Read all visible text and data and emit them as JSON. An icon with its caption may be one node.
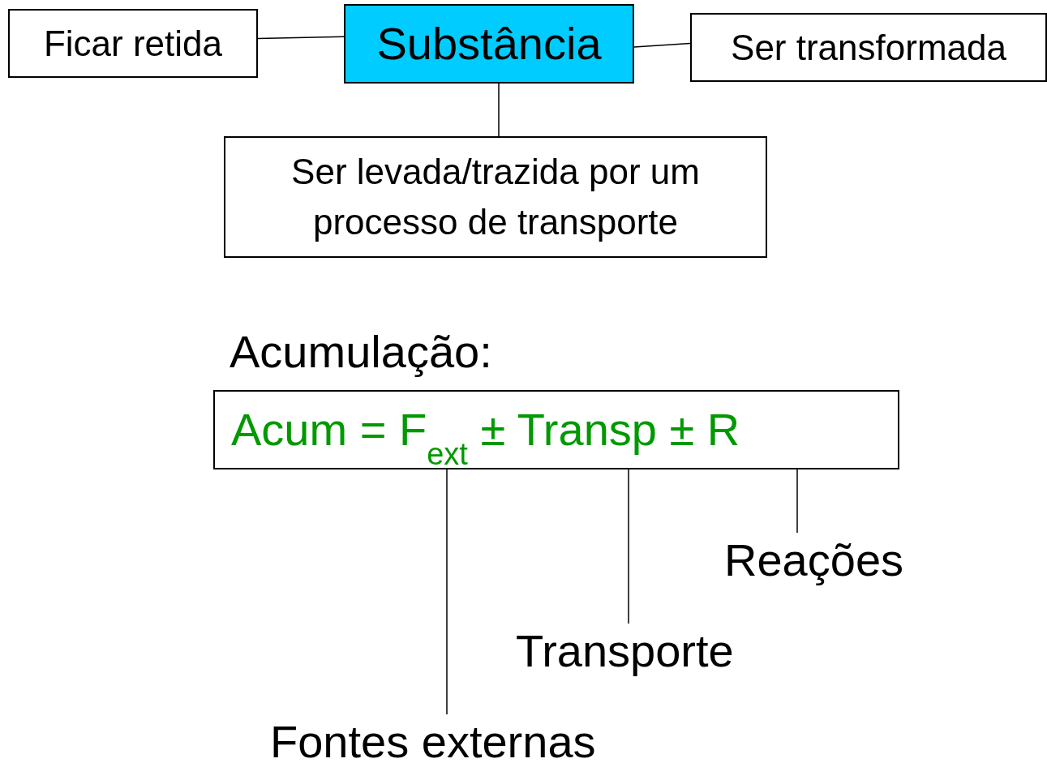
{
  "diagram": {
    "nodes": [
      {
        "text": [
          "Substância"
        ]
      },
      {
        "text": [
          "Ficar retida"
        ]
      },
      {
        "text": [
          "Ser transformada"
        ]
      },
      {
        "text": [
          "Ser levada/trazida por um processo de transporte"
        ]
      },
      {
        "text": [
          "Acumulação:",
          "Acum = F$_{ext}$ ± Transp ± R"
        ]
      },
      {
        "text": [
          "Reações"
        ]
      },
      {
        "text": [
          "Transporte"
        ]
      },
      {
        "text": [
          "Fontes externas"
        ]
      }
    ],
    "edges": [
      {
        "from": 0,
        "to": 1,
        "arrow": "none"
      },
      {
        "from": 0,
        "to": 2,
        "arrow": "none"
      },
      {
        "from": 0,
        "to": 3,
        "arrow": "none"
      },
      {
        "from": 5,
        "to": 4,
        "arrow": "none"
      },
      {
        "from": 6,
        "to": 4,
        "arrow": "none"
      },
      {
        "from": 7,
        "to": 4,
        "arrow": "none"
      }
    ]
  }
}
